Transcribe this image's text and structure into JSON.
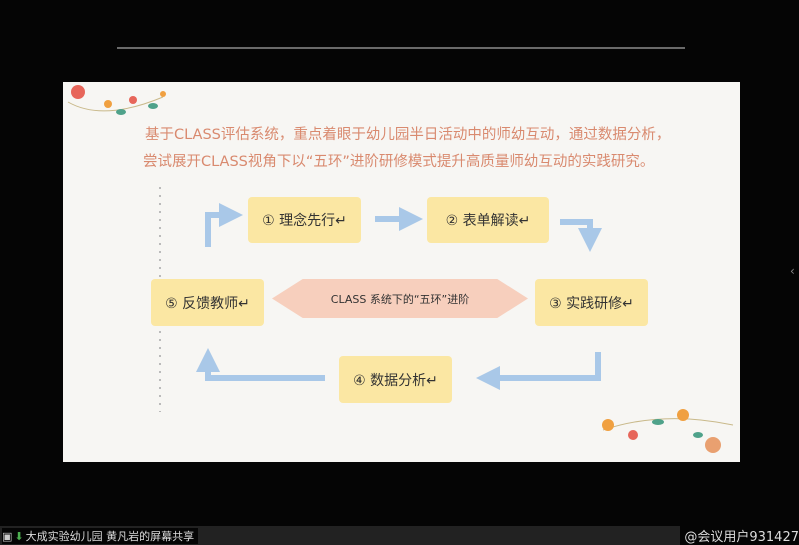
{
  "slide": {
    "intro_line1": "基于CLASS评估系统，重点着眼于幼儿园半日活动中的师幼互动，通过数据分析，",
    "intro_line2": "尝试展开CLASS视角下以“五环”进阶研修模式提升高质量师幼互动的实践研究。",
    "center_label": "CLASS 系统下的“五环”进阶",
    "steps": [
      "① 理念先行↵",
      "② 表单解读↵",
      "③ 实践研修↵",
      "④ 数据分析↵",
      "⑤ 反馈教师↵"
    ],
    "colors": {
      "box": "#fbe7a3",
      "center": "#f7cfbd",
      "arrow": "#a9c8e8",
      "text": "#d98a6f"
    }
  },
  "status": {
    "share_label": "大成实验幼儿园 黄凡岩的屏幕共享",
    "user_label": "@会议用户931427"
  }
}
